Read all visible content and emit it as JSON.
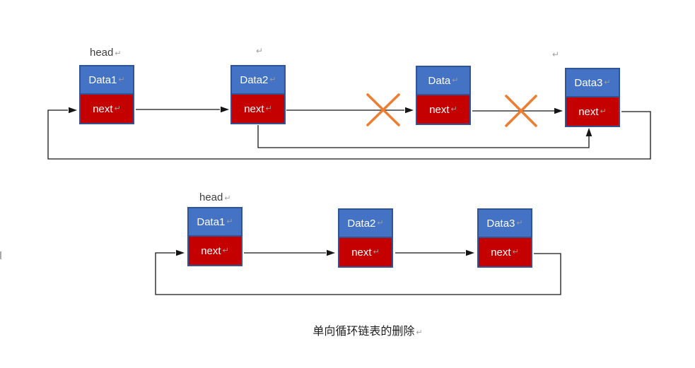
{
  "diagram": {
    "caption": "单向循环链表的删除",
    "pilcrow": "↵",
    "colors": {
      "node_fill_blue": "#4472C4",
      "node_fill_red": "#C40000",
      "node_border": "#2F5597",
      "cross": "#ED7D31",
      "line": "#151515",
      "pilcrow_gray": "#9e9e9e"
    },
    "top_list": {
      "head_label": "head",
      "nodes": [
        {
          "data": "Data1",
          "next": "next"
        },
        {
          "data": "Data2",
          "next": "next"
        },
        {
          "data": "Data",
          "next": "next"
        },
        {
          "data": "Data3",
          "next": "next"
        }
      ]
    },
    "bottom_list": {
      "head_label": "head",
      "nodes": [
        {
          "data": "Data1",
          "next": "next"
        },
        {
          "data": "Data2",
          "next": "next"
        },
        {
          "data": "Data3",
          "next": "next"
        }
      ]
    }
  }
}
